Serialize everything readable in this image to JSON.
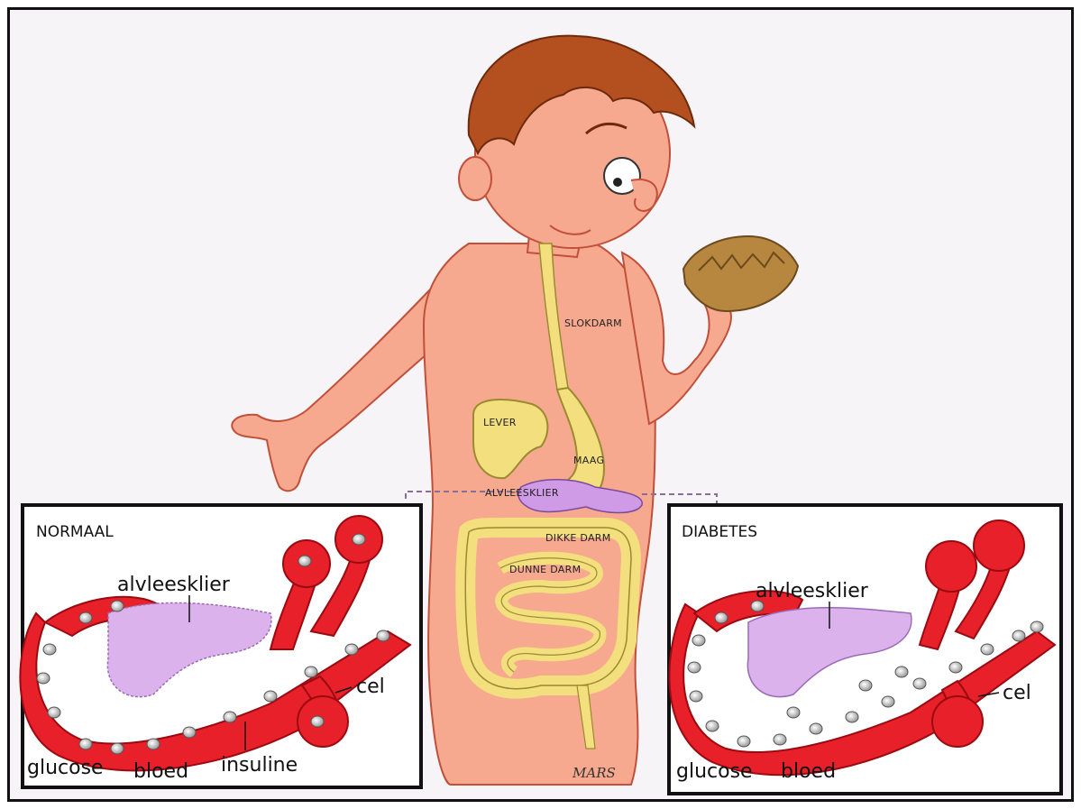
{
  "organs": {
    "esophagus": "SLOKDARM",
    "liver": "LEVER",
    "stomach": "MAAG",
    "pancreas": "ALVLEESKLIER",
    "large_intestine": "DIKKE DARM",
    "small_intestine": "DUNNE DARM"
  },
  "panel_normal": {
    "title": "NORMAAL",
    "pancreas": "alvleesklier",
    "cell": "cel",
    "glucose": "glucose",
    "blood": "bloed",
    "insulin": "insuline"
  },
  "panel_diabetes": {
    "title": "DIABETES",
    "pancreas": "alvleesklier",
    "cell": "cel",
    "glucose": "glucose",
    "blood": "bloed"
  },
  "signature": "MARS",
  "colors": {
    "skin": "#f7a98f",
    "hair": "#b4501f",
    "gut": "#f3df7e",
    "pancreas": "#cf9ae6",
    "vessel": "#e8202a",
    "bread": "#b8873f"
  }
}
